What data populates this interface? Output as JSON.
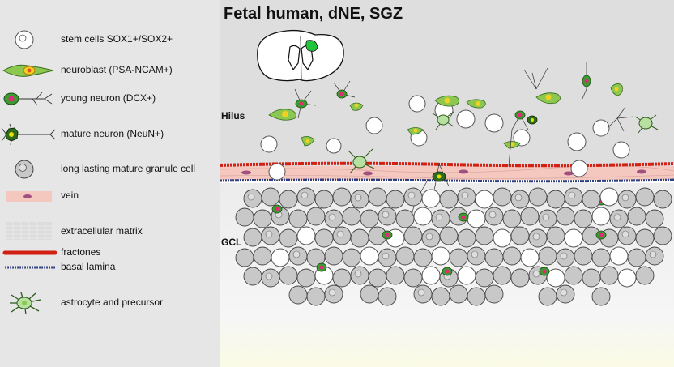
{
  "title": "Fetal human, dNE, SGZ",
  "regions": {
    "hilus": "Hilus",
    "gcl": "GCL"
  },
  "legend": [
    {
      "icon": "stem-cell-icon",
      "label": "stem cells  SOX1+/SOX2+"
    },
    {
      "icon": "neuroblast-icon",
      "label": "neuroblast (PSA-NCAM+)"
    },
    {
      "icon": "young-neuron-icon",
      "label": "young neuron  (DCX+)"
    },
    {
      "icon": "mature-neuron-icon",
      "label": "mature neuron  (NeuN+)"
    },
    {
      "icon": "granule-cell-icon",
      "label": "long lasting mature granule cell"
    },
    {
      "icon": "vein-icon",
      "label": "vein"
    },
    {
      "icon": "extracellular-matrix-icon",
      "label": "extracellular matrix"
    },
    {
      "icon": "fractones-icon",
      "label": "fractones"
    },
    {
      "icon": "basal-lamina-icon",
      "label": "basal lamina"
    },
    {
      "icon": "astrocyte-icon",
      "label": "astrocyte and precursor"
    }
  ],
  "colors": {
    "background": "#e6e6e6",
    "vein": "#f4c7bf",
    "fractones": "#d21f12",
    "basal_lamina": "#2c3e80",
    "neuroblast": "#8cc850",
    "nucleus": "#e4287a",
    "granule": "#c8c8c8",
    "stem": "#ffffff"
  }
}
